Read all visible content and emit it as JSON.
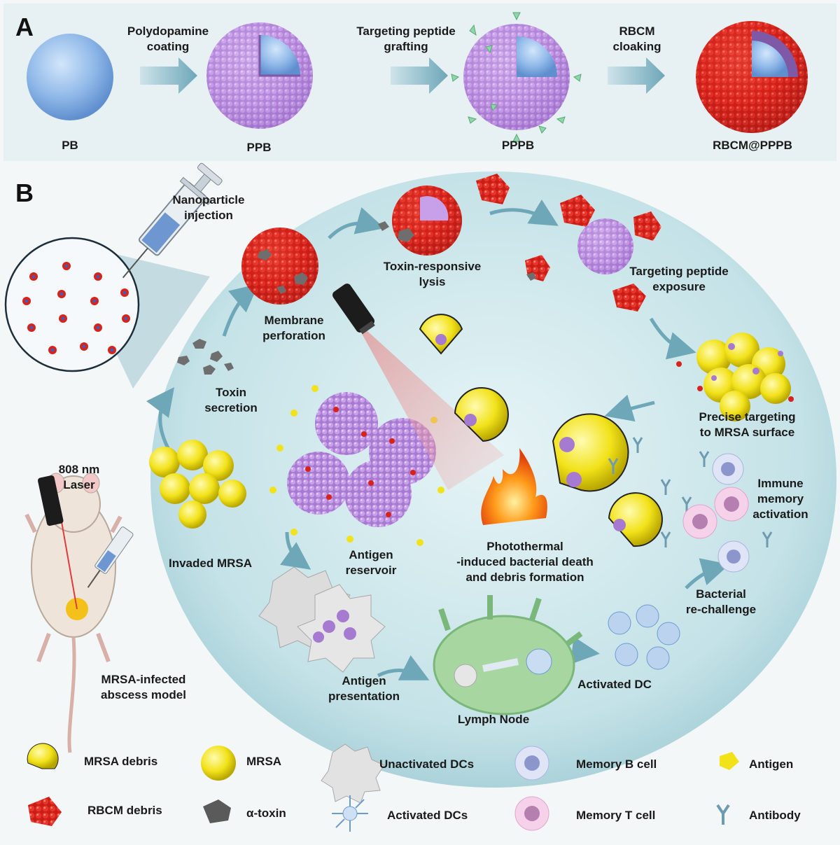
{
  "panel_a": {
    "letter": "A",
    "steps": [
      {
        "arrow_label_1": "Polydopamine",
        "arrow_label_2": "coating"
      },
      {
        "arrow_label_1": "Targeting peptide",
        "arrow_label_2": "grafting"
      },
      {
        "arrow_label_1": "RBCM",
        "arrow_label_2": "cloaking"
      }
    ],
    "particles": [
      "PB",
      "PPB",
      "PPPB",
      "RBCM@PPPB"
    ]
  },
  "panel_b": {
    "letter": "B",
    "labels": {
      "injection_1": "Nanoparticle",
      "injection_2": "injection",
      "lysis_1": "Toxin-responsive",
      "lysis_2": "lysis",
      "exposure_1": "Targeting peptide",
      "exposure_2": "exposure",
      "perforation_1": "Membrane",
      "perforation_2": "perforation",
      "secretion_1": "Toxin",
      "secretion_2": "secretion",
      "targeting_1": "Precise targeting",
      "targeting_2": "to MRSA surface",
      "laser_1": "808 nm",
      "laser_2": "Laser",
      "memory_1": "Immune",
      "memory_2": "memory",
      "memory_3": "activation",
      "invaded": "Invaded MRSA",
      "reservoir_1": "Antigen",
      "reservoir_2": "reservoir",
      "photothermal_1": "Photothermal",
      "photothermal_2": "-induced bacterial death",
      "photothermal_3": "and debris formation",
      "rechallenge_1": "Bacterial",
      "rechallenge_2": "re-challenge",
      "model_1": "MRSA-infected",
      "model_2": "abscess model",
      "presentation_1": "Antigen",
      "presentation_2": "presentation",
      "activated_dc": "Activated DC",
      "lymph": "Lymph Node"
    }
  },
  "legend": [
    "MRSA debris",
    "MRSA",
    "Unactivated DCs",
    "Memory B cell",
    "Antigen",
    "RBCM debris",
    "α-toxin",
    "Activated DCs",
    "Memory T cell",
    "Antibody"
  ],
  "colors": {
    "pb_blue": "#8fb8e8",
    "polydopamine_purple": "#c89be6",
    "rbcm_red": "#d8231c",
    "mrsa_yellow": "#f2e21a",
    "toxin_gray": "#6e6e6e",
    "arrow_teal": "#6da7b8",
    "ellipse_fill": "#bcdde3"
  }
}
